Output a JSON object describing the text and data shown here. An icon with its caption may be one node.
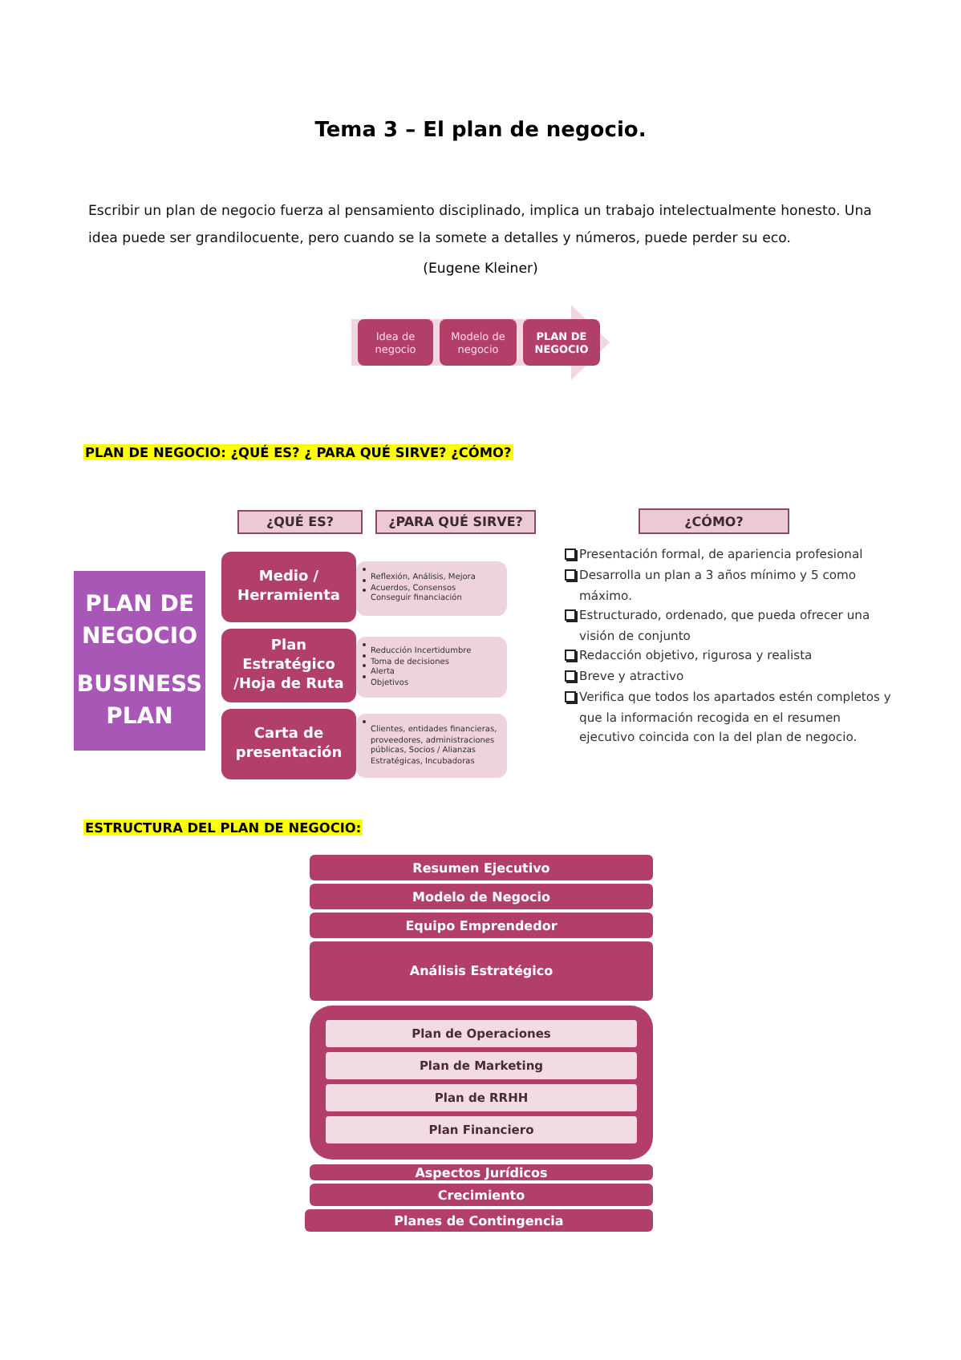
{
  "diagram": {
    "title": "Tema 3 – El plan de negocio.",
    "nodes": [
      {
        "text": [
          "Idea de negocio"
        ]
      },
      {
        "text": [
          "Modelo de negocio"
        ]
      },
      {
        "text": [
          "PLAN DE NEGOCIO"
        ]
      },
      {
        "text": [
          "¿QUÉ ES?"
        ]
      },
      {
        "text": [
          "¿PARA QUÉ SIRVE?"
        ]
      },
      {
        "text": [
          "¿CÓMO?"
        ]
      },
      {
        "text": [
          "PLAN DE NEGOCIO",
          "BUSINESS PLAN"
        ]
      },
      {
        "text": [
          "Medio / Herramienta"
        ]
      },
      {
        "text": [
          "Reflexión, Análisis, Mejora",
          "Acuerdos, Consensos",
          "Conseguir financiación"
        ]
      },
      {
        "text": [
          "Plan Estratégico /Hoja de Ruta"
        ]
      },
      {
        "text": [
          "Reducción Incertidumbre",
          "Toma de decisiones",
          "Alerta",
          "Objetivos"
        ]
      },
      {
        "text": [
          "Carta de presentación"
        ]
      },
      {
        "text": [
          "Clientes, entidades financieras, proveedores, administraciones públicas, Socios / Alianzas Estratégicas, Incubadoras"
        ]
      },
      {
        "text": [
          "Resumen Ejecutivo"
        ]
      },
      {
        "text": [
          "Modelo de  Negocio"
        ]
      },
      {
        "text": [
          "Equipo Emprendedor"
        ]
      },
      {
        "text": [
          "Análisis Estratégico"
        ]
      },
      {
        "text": [],
        "shape": "box"
      },
      {
        "text": [
          "Plan de Operaciones"
        ],
        "in": 17
      },
      {
        "text": [
          "Plan de Marketing"
        ],
        "in": 17
      },
      {
        "text": [
          "Plan de RRHH"
        ],
        "in": 17
      },
      {
        "text": [
          "Plan Financiero"
        ],
        "in": 17
      },
      {
        "text": [
          "Aspectos Jurídicos"
        ]
      },
      {
        "text": [
          "Crecimiento"
        ]
      },
      {
        "text": [
          "Planes de Contingencia"
        ]
      }
    ],
    "edges": [
      {
        "from": 0,
        "to": 2,
        "arrow": "to"
      }
    ],
    "labels": [
      "Escribir un plan de negocio fuerza al pensamiento disciplinado, implica un trabajo intelectualmente honesto. Una idea puede ser grandilocuente, pero cuando se la somete a detalles y números, puede perder su eco.",
      "(Eugene Kleiner)",
      "PLAN DE NEGOCIO: ¿QUÉ ES? ¿ PARA QUÉ SIRVE? ¿CÓMO?",
      "Presentación formal, de apariencia profesional",
      "Desarrolla un plan a 3 años mínimo y 5 como máximo.",
      "Estructurado, ordenado, que pueda ofrecer una visión de conjunto",
      "Redacción objetivo, rigurosa y realista",
      "Breve y atractivo",
      "Verifica que todos los apartados estén completos y que la información recogida en el resumen ejecutivo coincida con la del plan de negocio.",
      "ESTRUCTURA DEL PLAN DE NEGOCIO:"
    ]
  }
}
